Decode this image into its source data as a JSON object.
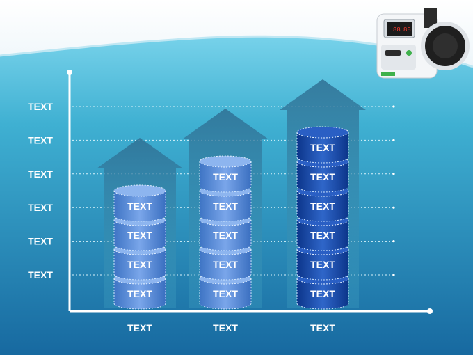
{
  "colors": {
    "background_top": "#5ec8e6",
    "background_bottom": "#1a6fa0",
    "cylinder_light": "#4f86d6",
    "cylinder_dark": "#0f3f9e",
    "arrow": "#3a87a8",
    "axis": "#ffffff"
  },
  "device_image": {
    "icon": "blood-pressure-monitor-icon",
    "display_values": [
      "88",
      "88"
    ]
  },
  "chart_data": {
    "type": "bar",
    "style": "stacked-cylinders-with-arrows",
    "y_tick_labels": [
      "TEXT",
      "TEXT",
      "TEXT",
      "TEXT",
      "TEXT",
      "TEXT"
    ],
    "categories": [
      "TEXT",
      "TEXT",
      "TEXT"
    ],
    "values": [
      4,
      5,
      6
    ],
    "segment_label": "TEXT",
    "ylim": [
      0,
      6.6
    ],
    "grid": true
  }
}
